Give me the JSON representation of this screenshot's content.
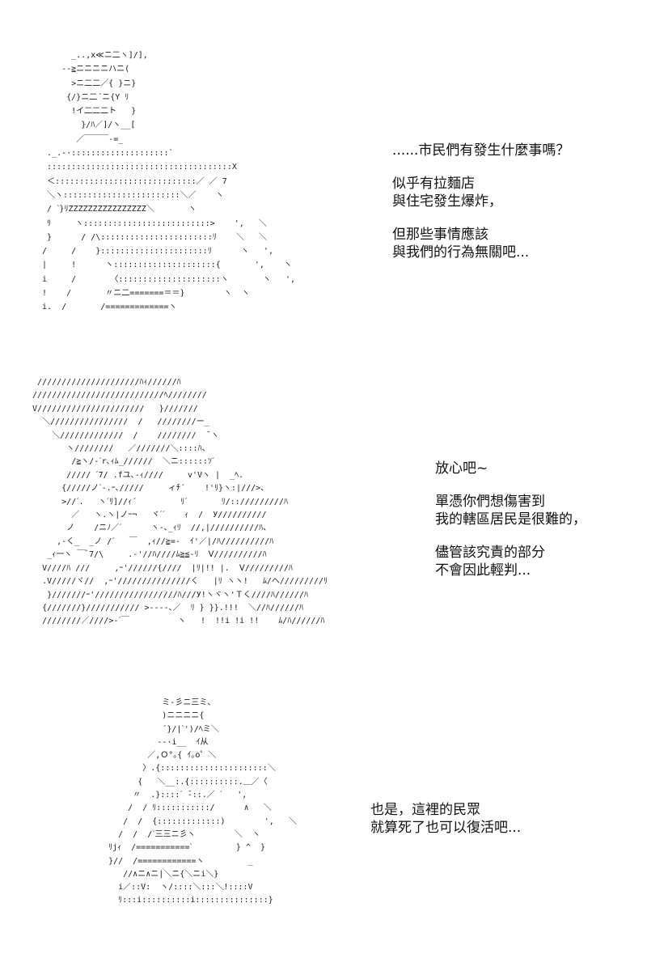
{
  "panels": [
    {
      "art": "        _..,x≪ニ二ヽ]/],\n      --≧ニニニニハニ(\n        >ニ二二／{ }ニ}\n       {/}ニ二´ニ{Y ﾘ\n        !イ二二二ト   }\n          }/ﾊ／]/ヽ__[\n         ／￣￣￣-=_\n   ._.-·::::::::::::::::::::`\n   ::::::::::::::::::::::::::::::::::::::X\n   ＜:::::::::::::::::::::::::::::／ ／ 7\n   ＼ヽ::::::::::::::::::::::::＼／    ヽ\n   / ˋ}ﾘZZZZZZZZZZZZZZZZ＼       ヽ\n   ﾘ     ヽ::::::::::::::::::::::::::>    ',   ＼\n   }      / /\\:::::::::::::::::::::::ﾘ    ＼   ＼\n  /     /    }::::::::::::::::::::::ﾘ      ヽ   ',\n  |     !      ヽ:::::::::::::::::::::{       ',    ヽ\n  i     /       〈:::::::::::::::::::::ヽ       ヽ   ',\n  !    /       〃ニ二=======＝＝}        ヽ  ヽ\n  i.  /       /=============ヽ",
      "lines": [
        "......市民們有發生什麼事嗎？",
        "似乎有拉麵店\n與住宅發生爆炸，",
        "但那些事情應該\n與我們的行為無關吧..."
      ]
    },
    {
      "art": "   /////////////////////ﾊｨ//////ﾊ\n  ///////////////////////////ﾍ////////\n  V//////////////////////   }///////\n    ＼////////////////  /   ////////ー_\n      ＼/////////////  /    ////////  ̄ ヽ\n         ヽ////////   ／///////＼::::ﾊ、\n          /≧ヽ/-ˊr､ｨﾑ_//////  ＼ニ::::::ｿˊ\n         ///// ˊ7/ .fユ､-ｨ////     v'Vヽ |  _ﾍ.\n        {/////ノˊ-.ｰ､/////     ィﾁ´    !'ﾘ}ヽ:|///>、\n        >//ˊ.   ヽˊﾘ]//ｨ´         ﾘˊ       ﾘ/:://///////ﾊ\n          ／   ヽ.ヽ|ノｰ¬   ヾˊˊ    ｨ  /  У//////////\n         ノ    /ニﾉ／ˊ      ヽ-､_ｨﾘ  //,|//////////ﾊ、\n       ,-く_  _ノ /ˊ   ￣  ,ｨ//≧=-  ｲ'／|/ﾊ//////////ﾊ\n     _ｨ一ヽ ￣ﾞ7/\\     .-'//ﾊ////ﾑ≧≦-ﾘ  Ⅴ//////////ﾊ\n    V////ﾊ ///     ,ｰ'//////{////  |ﾘ|!! |.  Ⅴ/////////ﾊ\n    .V/////ヾ//  ,ｰ'///////////////く   |ﾘ ヽヽ!   ﾑ/ヘ/////////ﾘ\n     }///////ｰ'/////////////////ﾊ///У!ヽヾヽ'Ｔく////ﾊ//////ﾊ\n    {///////}/////////// >----､／  ﾘ } }}.!!!  ＼//ﾊ//////ﾊ\n    ////////／////>-ˊ￣          ヽ   !  !!i !i !!    ﾑ/ﾊ//////ﾊ",
      "lines": [
        "放心吧~",
        "單憑你們想傷害到\n我的轄區居民是很難的，",
        "儘管該究責的部分\n不會因此輕判..."
      ]
    },
    {
      "art": "               ミ-彡ニ三ミ、\n               )ニニニニ{\n               ´}/|ˋ')/ﾍミ＼\n              --·i__  ｲ从\n            ／,Ｏ°｡{ ｲ｡o゜＼\n           〉.{::::::::::::::::::::::＼\n          {   ＼__:.{::::::::::.＿／〈\n         〃  .}::::ˊ ̄-::.／ ˊ   ',\n        /  / ﾘ:::::::::::/      ∧   ＼\n       /  /  {:::::::::::::)        ',   ＼\n      /  /  /ˊ三三ニ彡ヽ        ＼  ヽ\n    ﾘjｨ  /===========ˋ         } ^  }\n    }//  /============ヽ         _\n       //∧ニ∧ニ|＼ニ{＼ニi＼}\n      i／::V:  ヽ/::::＼:::＼!::::V\n      ﾘ:::i::::::::::i:::::::::::::::}",
      "lines": [
        "也是，這裡的民眾\n就算死了也可以復活吧..."
      ]
    }
  ]
}
